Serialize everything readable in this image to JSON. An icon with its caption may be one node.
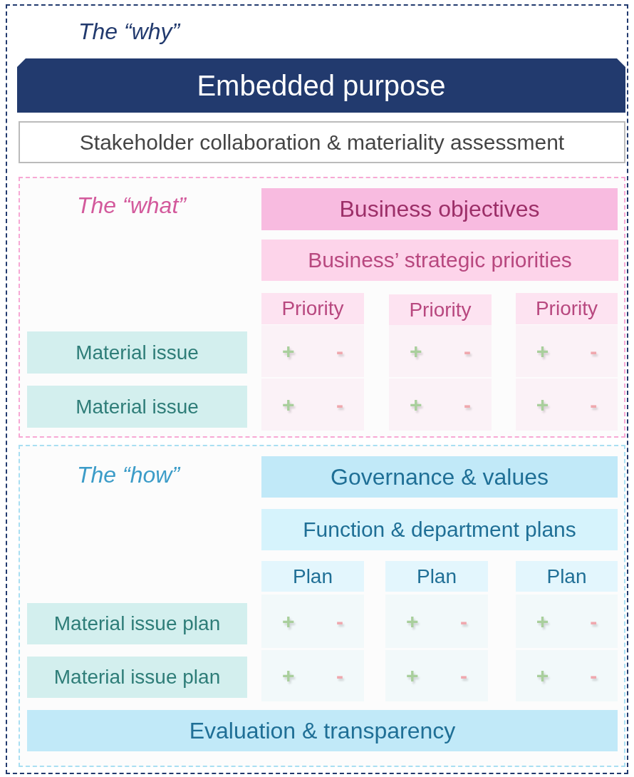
{
  "diagram": {
    "nodes": [
      {
        "text": [
          "The “why”"
        ]
      },
      {
        "text": [
          "Embedded purpose"
        ],
        "in": 0
      },
      {
        "text": [
          "Stakeholder collaboration & materiality assessment"
        ],
        "in": 0
      },
      {
        "text": [
          "The “what”"
        ],
        "in": 0
      },
      {
        "text": [
          "Business objectives"
        ],
        "in": 3
      },
      {
        "text": [
          "Business’ strategic priorities"
        ],
        "in": 3
      },
      {
        "text": [
          "Priority"
        ],
        "in": 3
      },
      {
        "text": [
          "Priority"
        ],
        "in": 3
      },
      {
        "text": [
          "Priority"
        ],
        "in": 3
      },
      {
        "text": [
          "Material issue"
        ],
        "in": 3
      },
      {
        "text": [
          "+",
          "-"
        ],
        "in": 3
      },
      {
        "text": [
          "+",
          "-"
        ],
        "in": 3
      },
      {
        "text": [
          "+",
          "-"
        ],
        "in": 3
      },
      {
        "text": [
          "Material issue"
        ],
        "in": 3
      },
      {
        "text": [
          "+",
          "-"
        ],
        "in": 3
      },
      {
        "text": [
          "+",
          "-"
        ],
        "in": 3
      },
      {
        "text": [
          "+",
          "-"
        ],
        "in": 3
      },
      {
        "text": [
          "The “how”"
        ],
        "in": 0
      },
      {
        "text": [
          "Governance & values"
        ],
        "in": 17
      },
      {
        "text": [
          "Function & department plans"
        ],
        "in": 17
      },
      {
        "text": [
          "Plan"
        ],
        "in": 17
      },
      {
        "text": [
          "Plan"
        ],
        "in": 17
      },
      {
        "text": [
          "Plan"
        ],
        "in": 17
      },
      {
        "text": [
          "Material issue plan"
        ],
        "in": 17
      },
      {
        "text": [
          "+",
          "-"
        ],
        "in": 17
      },
      {
        "text": [
          "+",
          "-"
        ],
        "in": 17
      },
      {
        "text": [
          "+",
          "-"
        ],
        "in": 17
      },
      {
        "text": [
          "Material issue plan"
        ],
        "in": 17
      },
      {
        "text": [
          "+",
          "-"
        ],
        "in": 17
      },
      {
        "text": [
          "+",
          "-"
        ],
        "in": 17
      },
      {
        "text": [
          "+",
          "-"
        ],
        "in": 17
      },
      {
        "text": [
          "Evaluation & transparency"
        ],
        "in": 17
      }
    ]
  }
}
